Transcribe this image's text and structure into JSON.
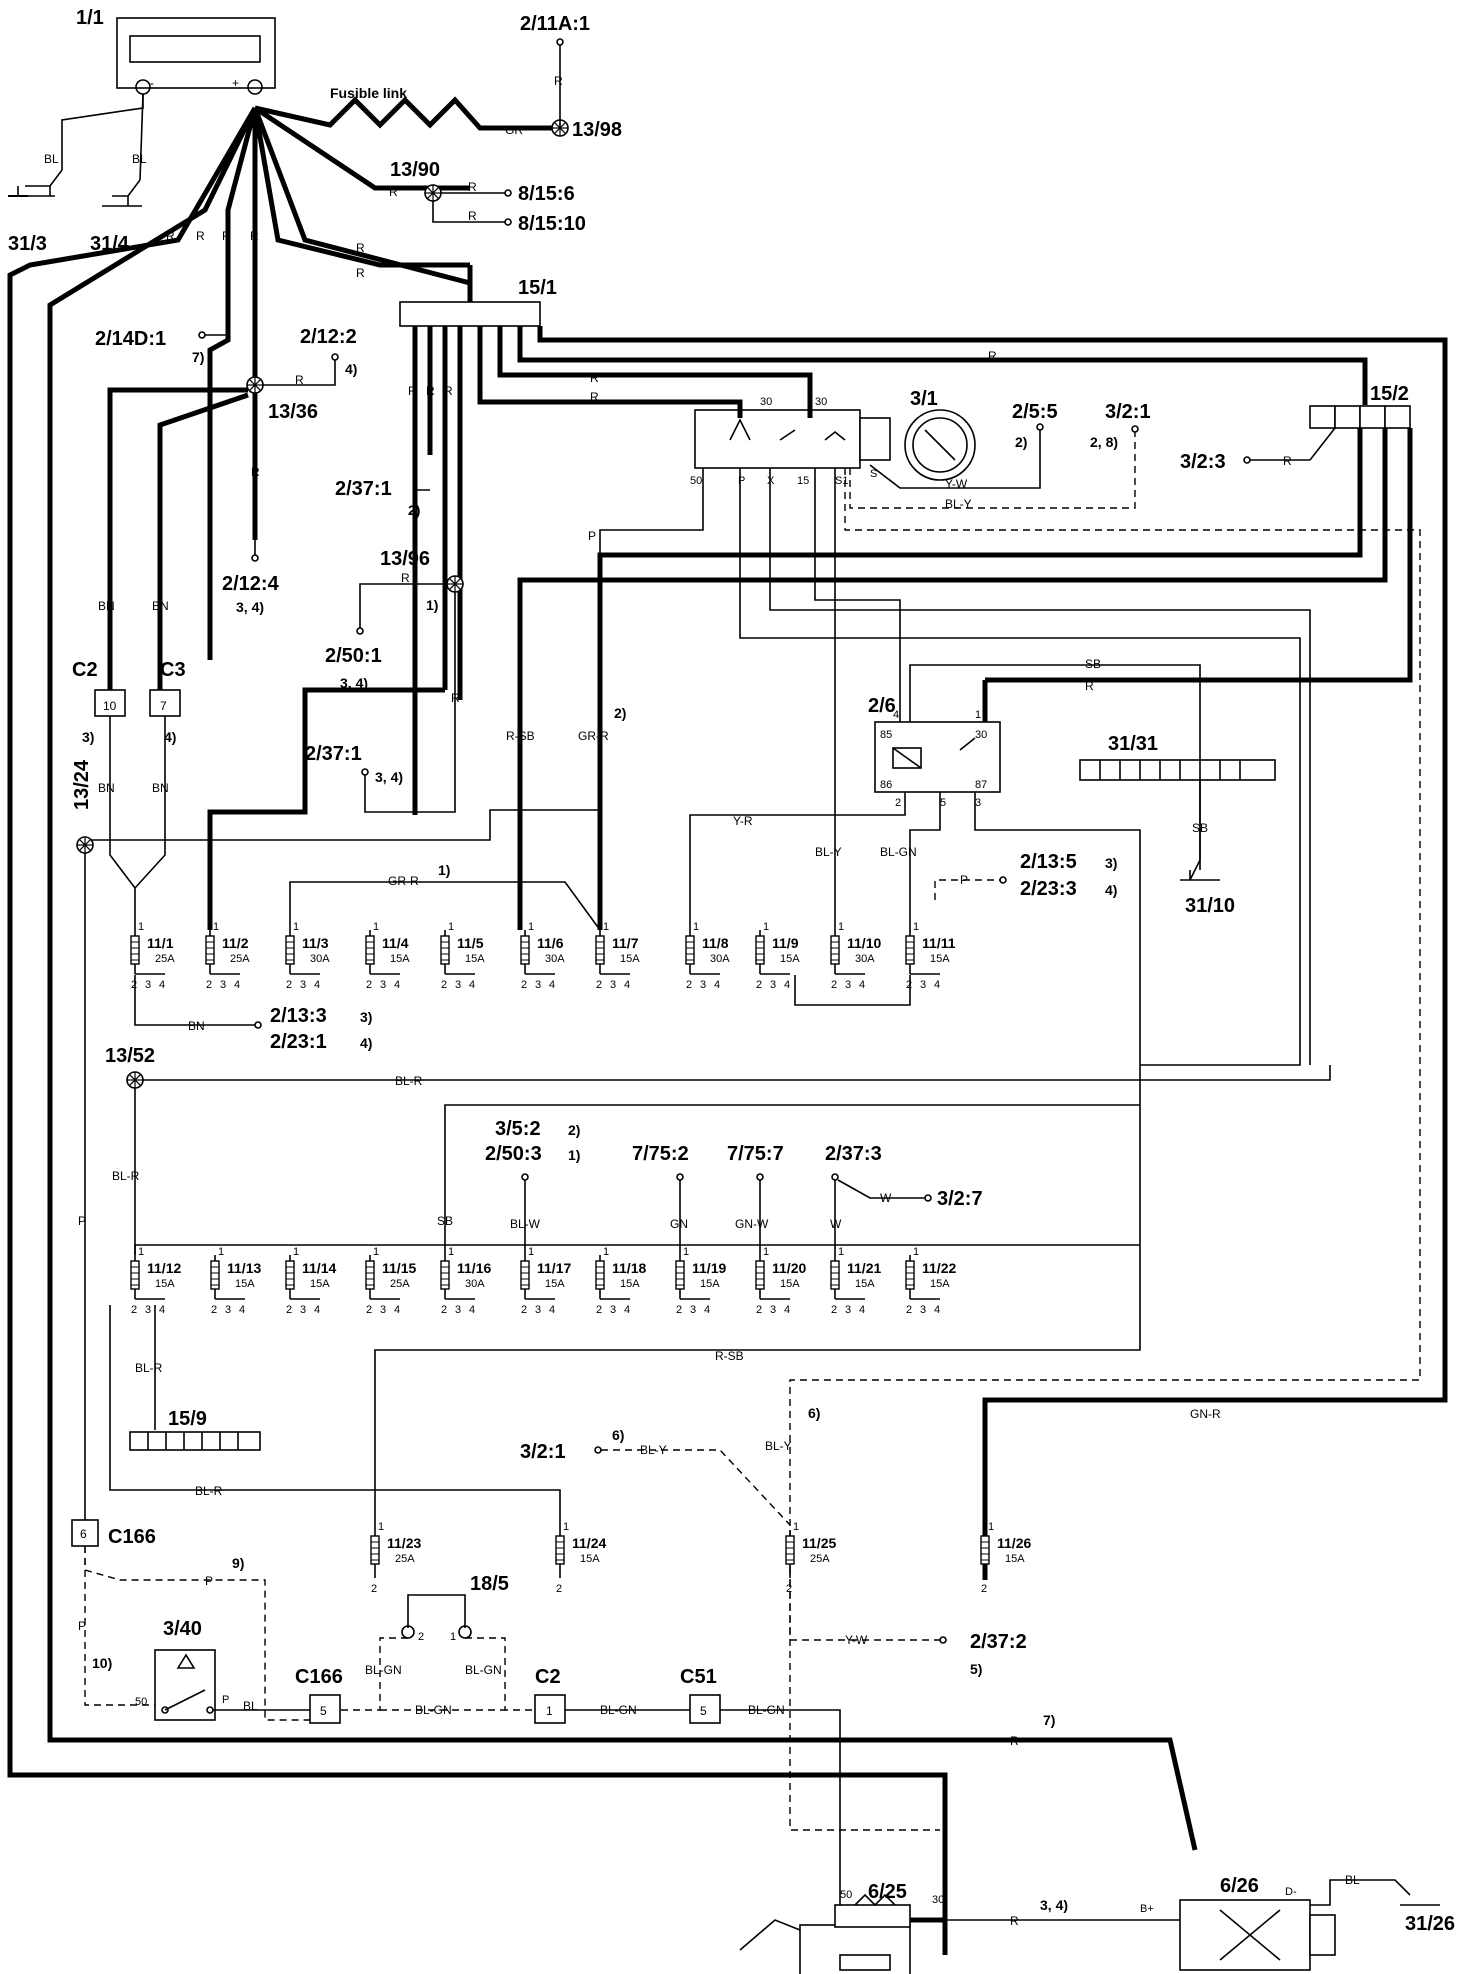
{
  "refs": {
    "battery": "1/1",
    "fusible_link_label": "Fusible link",
    "r_2_11a_1": "2/11A:1",
    "r_13_98": "13/98",
    "r_13_90": "13/90",
    "r_8_15_6": "8/15:6",
    "r_8_15_10": "8/15:10",
    "r_31_3": "31/3",
    "r_31_4": "31/4",
    "r_15_1": "15/1",
    "r_2_14d_1": "2/14D:1",
    "r_2_12_2": "2/12:2",
    "r_13_36": "13/36",
    "r_2_12_4": "2/12:4",
    "r_2_37_1a": "2/37:1",
    "r_13_96": "13/96",
    "r_2_50_1": "2/50:1",
    "r_2_37_1b": "2/37:1",
    "r_3_1": "3/1",
    "r_2_5_5": "2/5:5",
    "r_3_2_1a": "3/2:1",
    "r_15_2": "15/2",
    "r_3_2_3": "3/2:3",
    "r_c2_a": "C2",
    "r_c3": "C3",
    "r_13_24": "13/24",
    "r_2_6": "2/6",
    "r_31_31": "31/31",
    "r_31_10": "31/10",
    "r_2_13_5": "2/13:5",
    "r_2_23_3": "2/23:3",
    "r_2_13_3": "2/13:3",
    "r_2_23_1": "2/23:1",
    "r_13_52": "13/52",
    "r_3_5_2": "3/5:2",
    "r_2_50_3": "2/50:3",
    "r_7_75_2": "7/75:2",
    "r_7_75_7": "7/75:7",
    "r_2_37_3": "2/37:3",
    "r_3_2_7": "3/2:7",
    "r_15_9": "15/9",
    "r_3_2_1b": "3/2:1",
    "r_c166_a": "C166",
    "r_3_40": "3/40",
    "r_18_5": "18/5",
    "r_c166_b": "C166",
    "r_c2_b": "C2",
    "r_c51": "C51",
    "r_2_37_2": "2/37:2",
    "r_6_25": "6/25",
    "r_6_26": "6/26",
    "r_31_26": "31/26"
  },
  "connector_pins": {
    "c2_a": "10",
    "c3": "7",
    "c166_a": "6",
    "c166_b": "5",
    "c2_b": "1",
    "c51": "5"
  },
  "fuses_row1": [
    {
      "id": "11/1",
      "amp": "25A"
    },
    {
      "id": "11/2",
      "amp": "25A"
    },
    {
      "id": "11/3",
      "amp": "30A"
    },
    {
      "id": "11/4",
      "amp": "15A"
    },
    {
      "id": "11/5",
      "amp": "15A"
    },
    {
      "id": "11/6",
      "amp": "30A"
    },
    {
      "id": "11/7",
      "amp": "15A"
    },
    {
      "id": "11/8",
      "amp": "30A"
    },
    {
      "id": "11/9",
      "amp": "15A"
    },
    {
      "id": "11/10",
      "amp": "30A"
    },
    {
      "id": "11/11",
      "amp": "15A"
    }
  ],
  "fuses_row2": [
    {
      "id": "11/12",
      "amp": "15A"
    },
    {
      "id": "11/13",
      "amp": "15A"
    },
    {
      "id": "11/14",
      "amp": "15A"
    },
    {
      "id": "11/15",
      "amp": "25A"
    },
    {
      "id": "11/16",
      "amp": "30A"
    },
    {
      "id": "11/17",
      "amp": "15A"
    },
    {
      "id": "11/18",
      "amp": "15A"
    },
    {
      "id": "11/19",
      "amp": "15A"
    },
    {
      "id": "11/20",
      "amp": "15A"
    },
    {
      "id": "11/21",
      "amp": "15A"
    },
    {
      "id": "11/22",
      "amp": "15A"
    }
  ],
  "fuses_row3": [
    {
      "id": "11/23",
      "amp": "25A"
    },
    {
      "id": "11/24",
      "amp": "15A"
    },
    {
      "id": "11/25",
      "amp": "25A"
    },
    {
      "id": "11/26",
      "amp": "15A"
    }
  ],
  "pin_labels": {
    "p1": "1",
    "p2": "2",
    "p3": "3",
    "p4": "4"
  },
  "switch_pins": {
    "t30a": "30",
    "t30b": "30",
    "t50": "50",
    "tp": "P",
    "tx": "X",
    "t15": "15",
    "ts": "S",
    "tsi": "S1"
  },
  "relay_pins": {
    "p4": "4",
    "p1": "1",
    "p85": "85",
    "p30": "30",
    "p86": "86",
    "p87": "87",
    "p2": "2",
    "p5": "5",
    "p3": "3"
  },
  "component_pins": {
    "starter_50": "50",
    "starter_30": "30",
    "alt_bplus": "B+",
    "alt_dminus": "D-",
    "sw18_2": "2",
    "sw18_1": "1",
    "sw340_50": "50",
    "sw340_p": "P",
    "batt_minus": "-",
    "batt_plus": "+"
  },
  "wire_colors": {
    "R": "R",
    "GR": "GR",
    "BL": "BL",
    "BN": "BN",
    "P": "P",
    "Y_W": "Y-W",
    "BL_Y": "BL-Y",
    "R_SB": "R-SB",
    "GR_R": "GR-R",
    "SB": "SB",
    "Y_R": "Y-R",
    "BL_GN": "BL-GN",
    "BL_R": "BL-R",
    "BL_W": "BL-W",
    "GN": "GN",
    "GN_W": "GN-W",
    "W": "W",
    "GN_R": "GN-R"
  },
  "notes": {
    "n1": "1)",
    "n2": "2)",
    "n3": "3)",
    "n4": "4)",
    "n5": "5)",
    "n6": "6)",
    "n7": "7)",
    "n9": "9)",
    "n10": "10)",
    "n28": "2, 8)",
    "n34": "3, 4)"
  },
  "colors": {
    "line": "#000000",
    "background": "#ffffff"
  }
}
